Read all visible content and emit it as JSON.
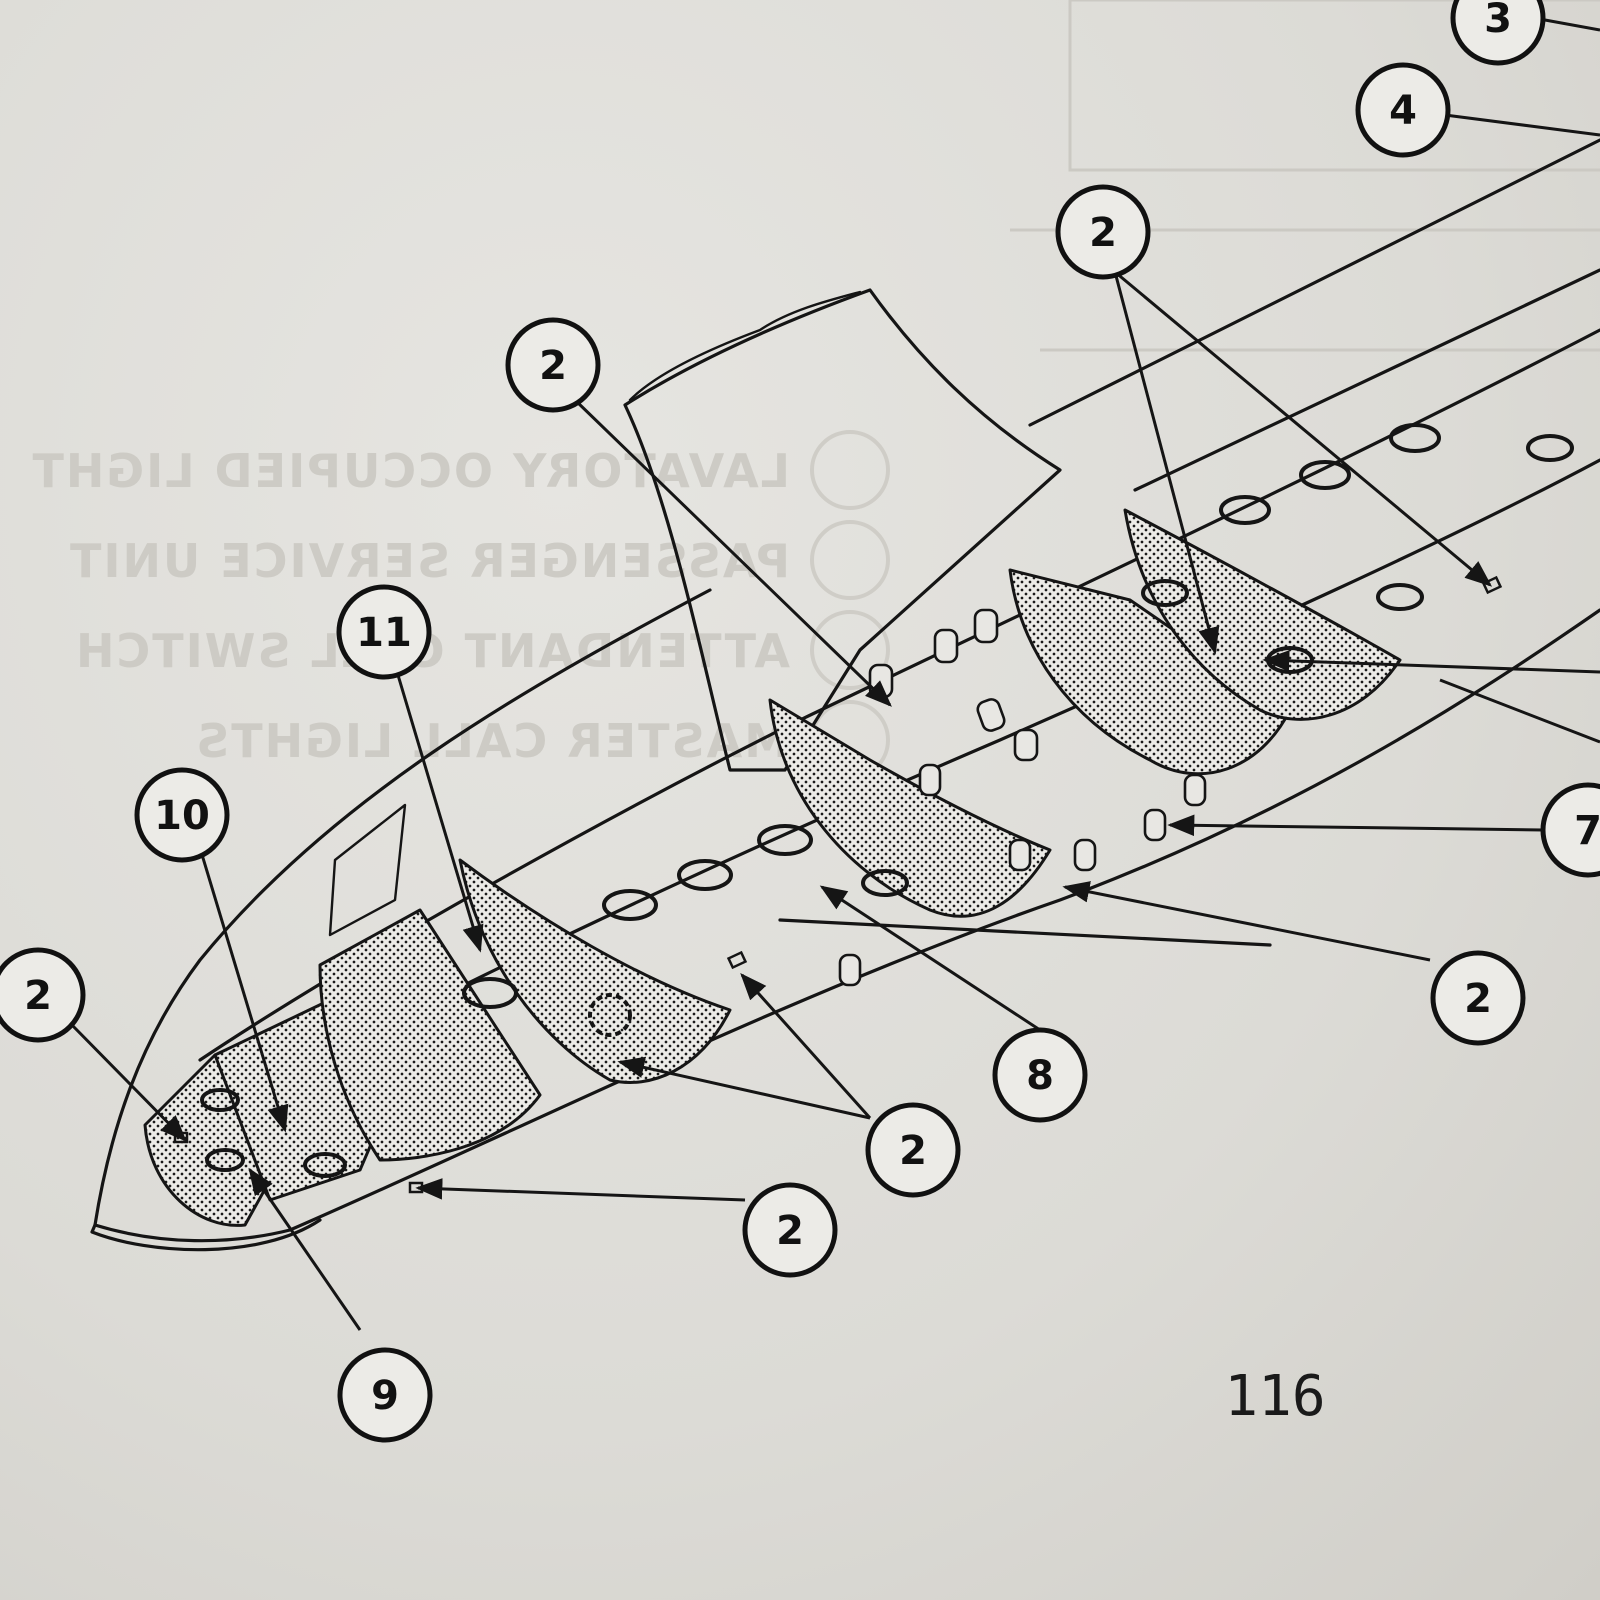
{
  "figure": {
    "page_number": "116",
    "callouts": [
      {
        "id": "c3",
        "label": "3"
      },
      {
        "id": "c4",
        "label": "4"
      },
      {
        "id": "c2a",
        "label": "2"
      },
      {
        "id": "c2b",
        "label": "2"
      },
      {
        "id": "c11",
        "label": "11"
      },
      {
        "id": "c10",
        "label": "10"
      },
      {
        "id": "c2c",
        "label": "2"
      },
      {
        "id": "c7",
        "label": "7"
      },
      {
        "id": "c2d",
        "label": "2"
      },
      {
        "id": "c8",
        "label": "8"
      },
      {
        "id": "c2e",
        "label": "2"
      },
      {
        "id": "c2f",
        "label": "2"
      },
      {
        "id": "c9",
        "label": "9"
      }
    ],
    "ghost_legend": [
      {
        "label": "LAVATORY OCCUPIED LIGHT"
      },
      {
        "label": "PASSENGER SERVICE UNIT"
      },
      {
        "label": "ATTENDANT CALL SWITCH"
      },
      {
        "label": "MASTER CALL LIGHTS"
      }
    ]
  },
  "colors": {
    "paper": "#e4e3df",
    "ink": "#151515",
    "ghost": "#cdcbc5"
  }
}
